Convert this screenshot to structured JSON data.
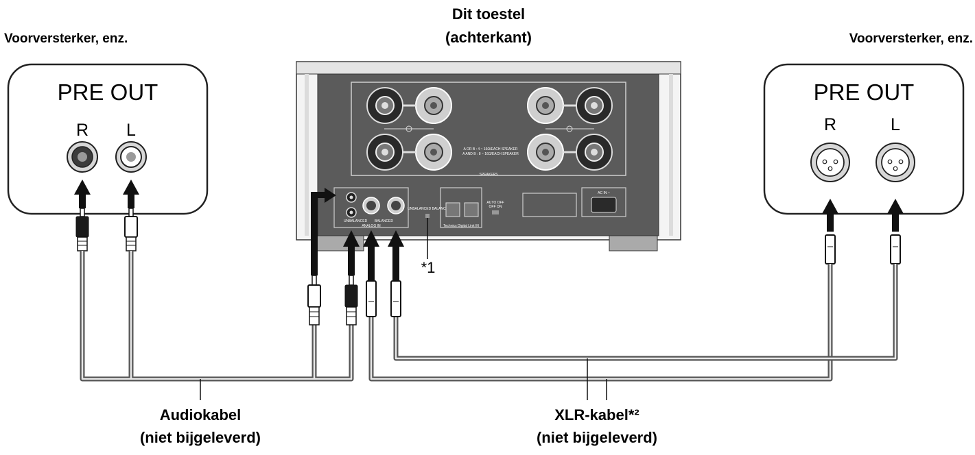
{
  "labels": {
    "device_title": "Dit toestel",
    "device_subtitle": "(achterkant)",
    "left_source": "Voorversterker, enz.",
    "right_source": "Voorversterker, enz.",
    "pre_out": "PRE OUT",
    "right_channel": "R",
    "left_channel": "L",
    "note1": "*1",
    "audio_cable": "Audiokabel",
    "audio_cable_sub": "(niet bijgeleverd)",
    "xlr_cable": "XLR-kabel*²",
    "xlr_cable_sub": "(niet bijgeleverd)"
  },
  "panel": {
    "speakers_label": "SPEAKERS",
    "speaker_note_1": "A OR B : 4 ~ 16Ω/EACH SPEAKER",
    "speaker_note_2": "A AND B : 8 ~ 16Ω/EACH SPEAKER",
    "unbalanced": "UNBALANCED",
    "balanced": "BALANCED",
    "switch_label": "UNBALANCED  BALANCED",
    "analog_in": "ANALOG IN",
    "digital_link": "Technics Digital Link IN",
    "auto_off": "AUTO OFF",
    "auto_off_states": "OFF   ON",
    "ac_in": "AC IN ~"
  }
}
